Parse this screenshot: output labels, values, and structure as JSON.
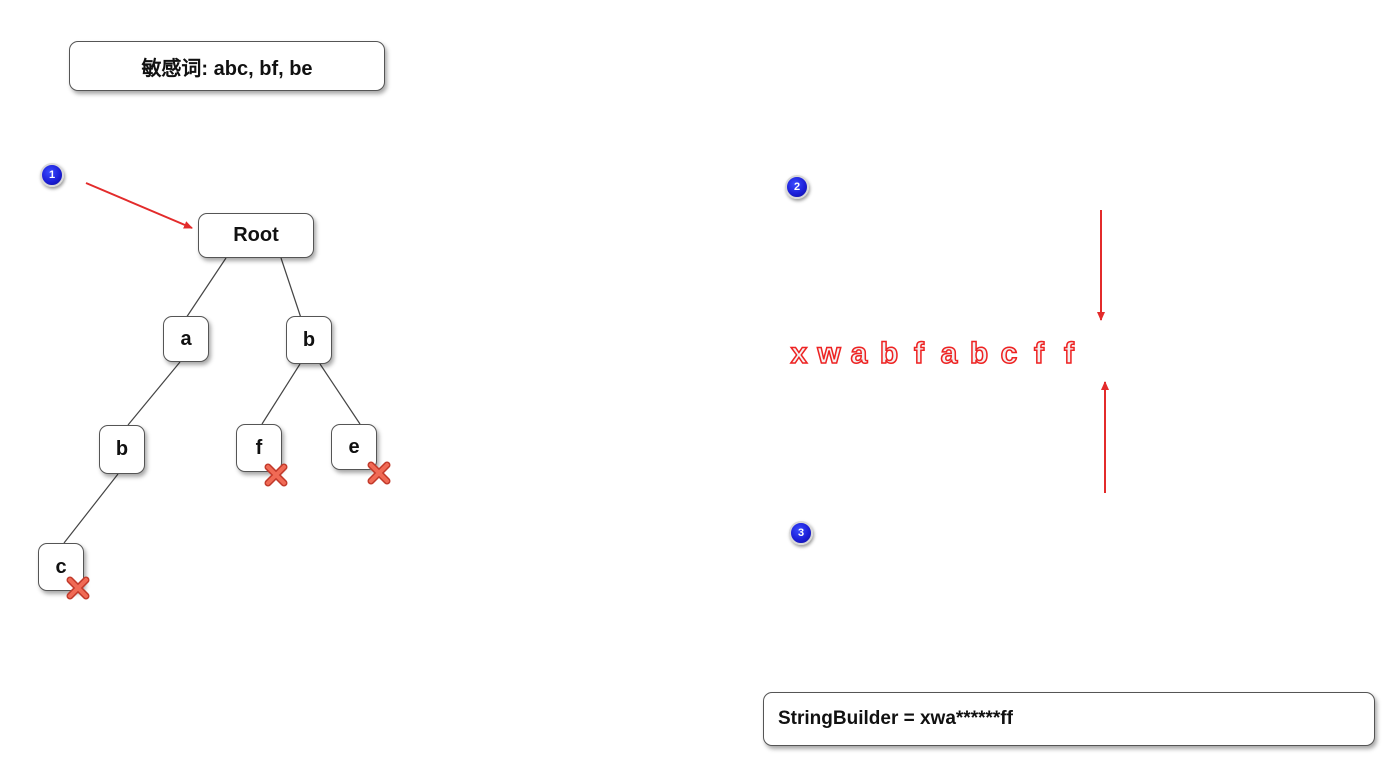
{
  "banner": {
    "text": "敏感词: abc, bf, be"
  },
  "trie": {
    "root": "Root",
    "nodes": {
      "a": "a",
      "b_top": "b",
      "b_mid": "b",
      "c": "c",
      "f": "f",
      "e": "e"
    }
  },
  "steps": {
    "one": "1",
    "two": "2",
    "three": "3"
  },
  "sequence": [
    "x",
    "w",
    "a",
    "b",
    "f",
    "a",
    "b",
    "c",
    "f",
    "f"
  ],
  "string_builder": {
    "text": "StringBuilder = xwa******ff"
  },
  "colors": {
    "arrow": "#e32b2b",
    "badge": "#1c1fd8",
    "cross": "#e04a3a"
  },
  "icons": {
    "cross": "cross-icon",
    "arrow": "arrow-icon"
  }
}
